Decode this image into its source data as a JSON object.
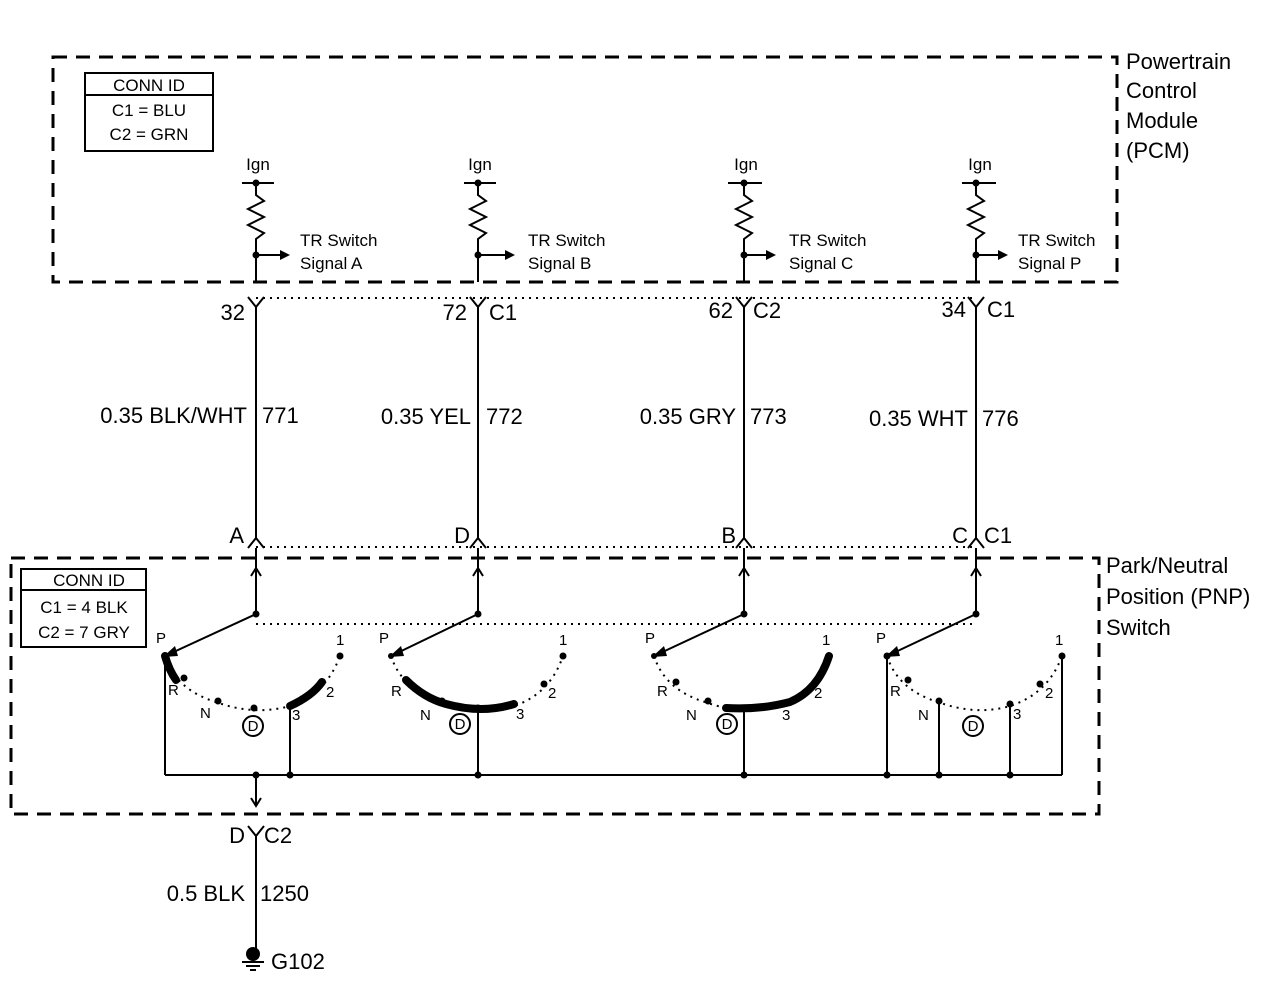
{
  "pcm": {
    "label_lines": [
      "Powertrain",
      "Control",
      "Module",
      "(PCM)"
    ],
    "conn_id": {
      "title": "CONN ID",
      "rows": [
        "C1 = BLU",
        "C2 = GRN"
      ]
    },
    "ign_label": "Ign"
  },
  "pnp": {
    "label_lines": [
      "Park/Neutral",
      "Position (PNP)",
      "Switch"
    ],
    "conn_id": {
      "title": "CONN ID",
      "rows": [
        "C1 = 4 BLK",
        "C2 = 7 GRY"
      ]
    }
  },
  "circuits": [
    {
      "signal_line1": "TR Switch",
      "signal_line2": "Signal A",
      "pcm_pin": "32",
      "pcm_conn": "",
      "wire": "0.35 BLK/WHT",
      "circuit": "771",
      "pnp_pin": "A",
      "pnp_conn": ""
    },
    {
      "signal_line1": "TR Switch",
      "signal_line2": "Signal B",
      "pcm_pin": "72",
      "pcm_conn": "C1",
      "wire": "0.35 YEL",
      "circuit": "772",
      "pnp_pin": "D",
      "pnp_conn": ""
    },
    {
      "signal_line1": "TR Switch",
      "signal_line2": "Signal C",
      "pcm_pin": "62",
      "pcm_conn": "C2",
      "wire": "0.35 GRY",
      "circuit": "773",
      "pnp_pin": "B",
      "pnp_conn": ""
    },
    {
      "signal_line1": "TR Switch",
      "signal_line2": "Signal P",
      "pcm_pin": "34",
      "pcm_conn": "C1",
      "wire": "0.35 WHT",
      "circuit": "776",
      "pnp_pin": "C",
      "pnp_conn": "C1"
    }
  ],
  "switch_positions": [
    "P",
    "R",
    "N",
    "D",
    "3",
    "2",
    "1"
  ],
  "ground": {
    "pin": "D",
    "conn": "C2",
    "wire": "0.5 BLK",
    "circuit": "1250",
    "location": "G102"
  }
}
